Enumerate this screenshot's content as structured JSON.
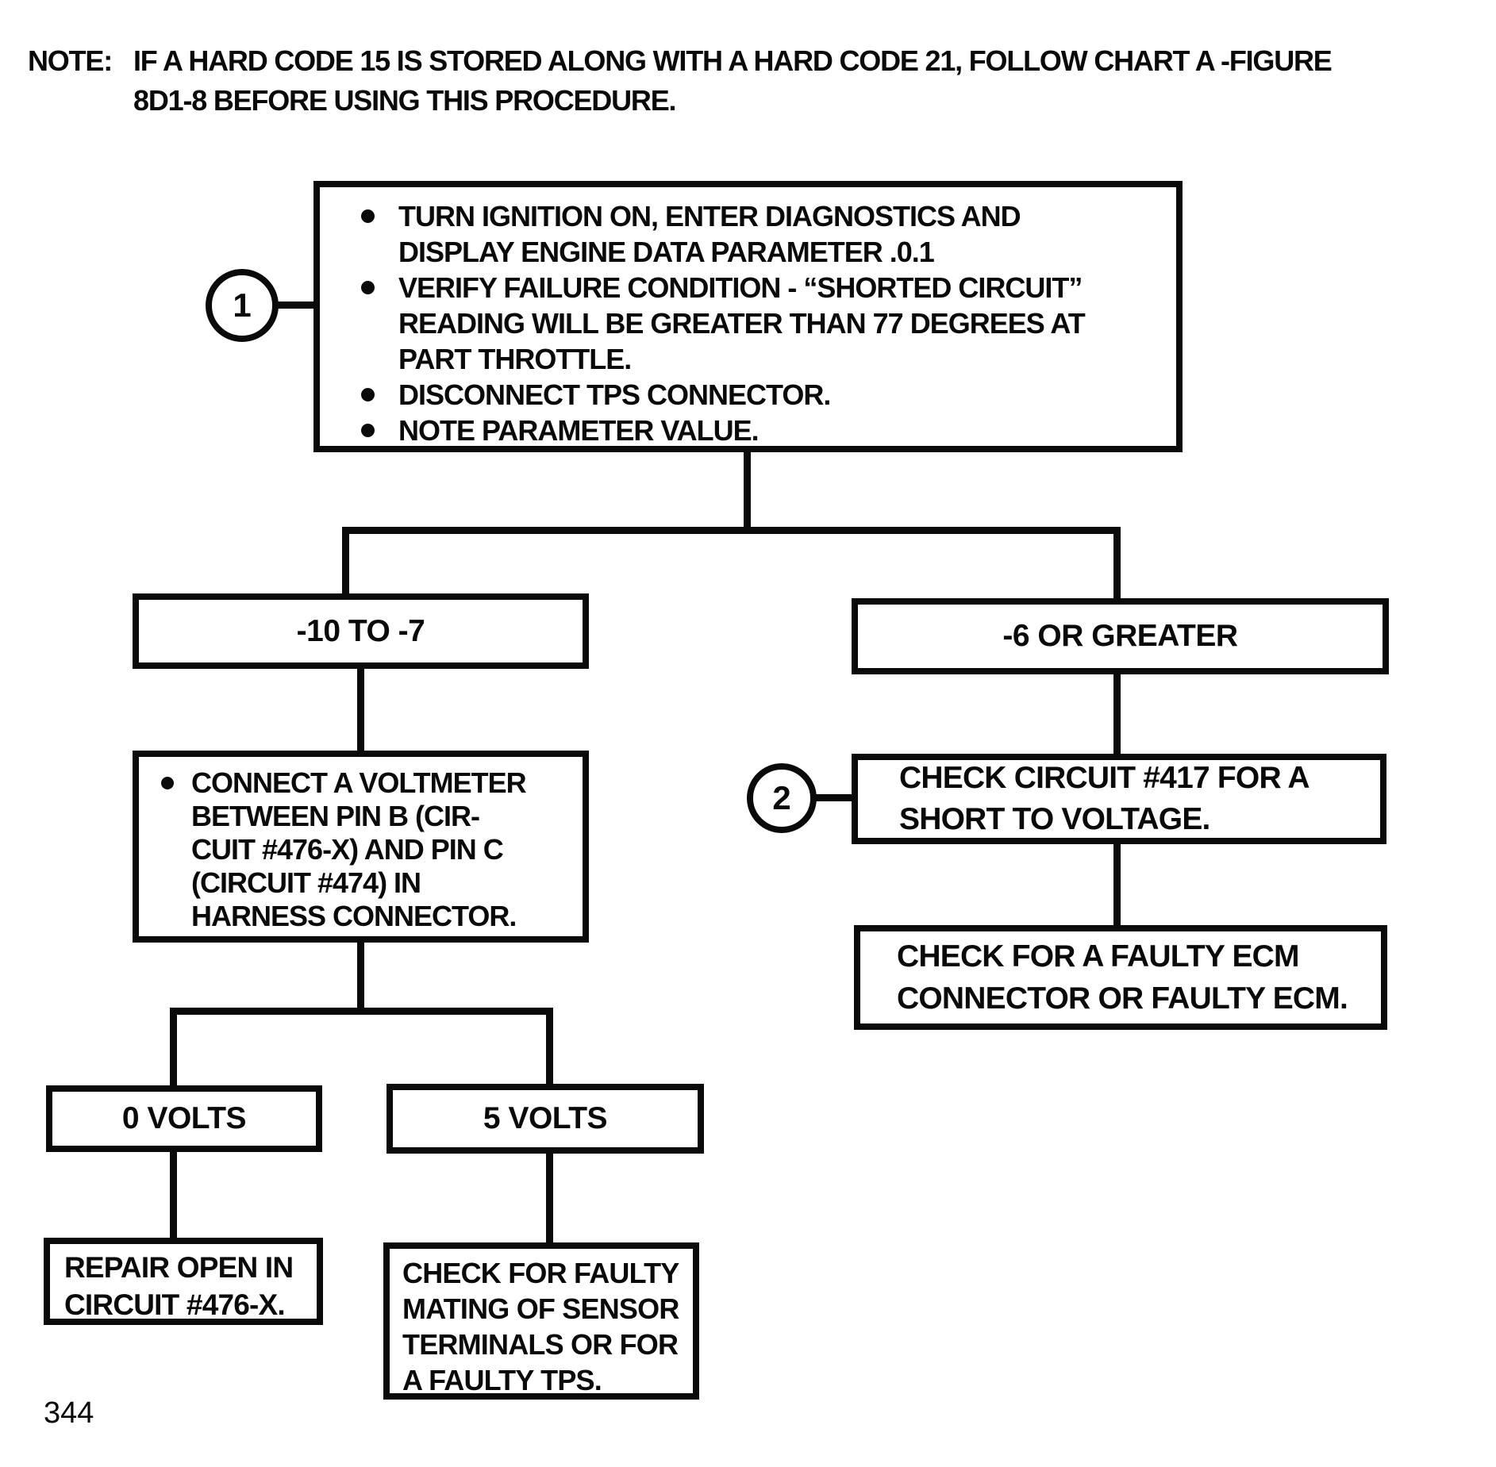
{
  "colors": {
    "ink": "#0a0a0a",
    "paper": "#ffffff"
  },
  "note": {
    "label": "NOTE:",
    "lines": [
      "IF A HARD CODE 15 IS STORED ALONG WITH A HARD CODE 21, FOLLOW CHART A -FIGURE",
      "8D1-8 BEFORE USING THIS PROCEDURE."
    ]
  },
  "page_number": "344",
  "chart": {
    "badges": {
      "one": "1",
      "two": "2"
    },
    "box_start": {
      "bullets": [
        {
          "lines": [
            "TURN IGNITION ON, ENTER DIAGNOSTICS AND",
            "DISPLAY ENGINE DATA PARAMETER .0.1"
          ]
        },
        {
          "lines": [
            "VERIFY FAILURE CONDITION - “SHORTED CIRCUIT”",
            "READING WILL BE GREATER THAN 77 DEGREES AT",
            "PART THROTTLE."
          ]
        },
        {
          "lines": [
            "DISCONNECT TPS CONNECTOR."
          ]
        },
        {
          "lines": [
            "NOTE PARAMETER VALUE."
          ]
        }
      ]
    },
    "box_range_low": {
      "label": "-10 TO -7"
    },
    "box_range_high": {
      "label": "-6 OR GREATER"
    },
    "box_voltmeter": {
      "lines": [
        "CONNECT A VOLTMETER",
        "BETWEEN PIN B (CIR-",
        "CUIT #476-X) AND PIN C",
        "(CIRCUIT #474) IN",
        "HARNESS CONNECTOR."
      ]
    },
    "box_0v": {
      "label": "0 VOLTS"
    },
    "box_5v": {
      "label": "5 VOLTS"
    },
    "box_repair": {
      "lines": [
        "REPAIR OPEN IN",
        "CIRCUIT #476-X."
      ]
    },
    "box_mating": {
      "lines": [
        "CHECK FOR FAULTY",
        "MATING OF SENSOR",
        "TERMINALS OR FOR",
        "A FAULTY TPS."
      ]
    },
    "box_417": {
      "lines": [
        "CHECK CIRCUIT #417 FOR A",
        "SHORT TO VOLTAGE."
      ]
    },
    "box_ecm": {
      "lines": [
        "CHECK FOR A FAULTY ECM",
        "CONNECTOR OR FAULTY ECM."
      ]
    }
  }
}
